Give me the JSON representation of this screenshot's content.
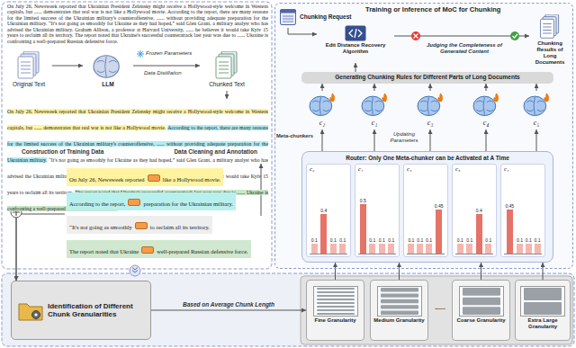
{
  "diagram": {
    "nodes": [
      {
        "text": [
          "On July 26, Newsweek reported that Ukrainian President Zelensky might receive a Hollywood-style welcome in Western capitals, but ...... demonstrates that real war is not like a Hollywood movie. According to the report, there are many reasons for the limited success of the Ukrainian military's counteroffensive, ...... without providing adequate preparation for the Ukrainian military. “It's not going as smoothly for Ukraine as they had hoped,” said Glen Grant, a military analyst who has advised the Ukrainian military. Graham Allison, a professor at Harvard University, ...... he believes it would take Kyiv 15 years to reclaim all its territory. The report noted that Ukraine's successful counterattack last year was due to ...... Ukraine is confronting a well-prepared Russian defensive force."
        ]
      },
      {
        "text": [
          "Original Text"
        ]
      },
      {
        "text": [
          "LLM"
        ]
      },
      {
        "text": [
          "Chunked Text"
        ]
      },
      {
        "text": [
          "On July 26, Newsweek reported that Ukrainian President Zelensky might receive a Hollywood-style welcome in Western capitals, but ...... demonstrates that real war is not like a Hollywood movie.",
          "According to the report, there are many reasons for the limited success of the Ukrainian military's counteroffensive, ...... without providing adequate preparation for the Ukrainian military.",
          "“It's not going as smoothly for Ukraine as they had hoped,” said Glen Grant, a military analyst who has advised the Ukrainian military. Graham Allison, a professor at Harvard University, ...... he believes it would take Kyiv 15 years to reclaim all its territory.",
          "The report noted that Ukraine's successful counterattack last year was due to ...... Ukraine is confronting a well-prepared Russian defensive force."
        ]
      },
      {
        "text": [
          "On July 26, Newsweek reported",
          "like a Hollywood movie.",
          "According to the report,",
          "preparation for the Ukrainian military.",
          "“It's not going as smoothly",
          "to reclaim all its territory.",
          "The report noted that Ukraine",
          "well-prepared Russian defensive force."
        ]
      },
      {
        "text": [
          "Training or Inference of MoC for Chunking"
        ]
      },
      {
        "text": [
          "Chunking Request"
        ],
        "in": 6
      },
      {
        "text": [
          "Edit Distance Recovery Algorithm"
        ],
        "in": 6
      },
      {
        "text": [
          "Chunking Results of Long Documents"
        ],
        "in": 6
      },
      {
        "text": [
          "Generating Chunking Rules for Different Parts of Long Documents"
        ],
        "in": 6
      },
      {
        "text": [
          "c₂"
        ],
        "in": 6
      },
      {
        "text": [
          "c₁"
        ],
        "in": 6
      },
      {
        "text": [
          "c₃"
        ],
        "in": 6
      },
      {
        "text": [
          "c₄"
        ],
        "in": 6
      },
      {
        "text": [
          "c₅"
        ],
        "in": 6
      },
      {
        "text": [
          "Router: Only One Meta-chunker can be Activated at A Time"
        ],
        "in": 6
      },
      {
        "text": [
          "c₂",
          "0.1",
          "0.4",
          "0.1",
          "0.1"
        ],
        "in": 16
      },
      {
        "text": [
          "c₁",
          "0.5",
          "0.1",
          "0.1",
          "0.1"
        ],
        "in": 16
      },
      {
        "text": [
          "c₅",
          "0.1",
          "0.1",
          "0.1",
          "0.45"
        ],
        "in": 16
      },
      {
        "text": [
          "c₃",
          "0.1",
          "0.1",
          "0.4",
          "0.1"
        ],
        "in": 16
      },
      {
        "text": [
          "c₄",
          "0.45",
          "0.1",
          "0.1",
          "0.1"
        ],
        "in": 16
      },
      {
        "text": [
          "Identification of Different Chunk Granularities"
        ]
      },
      {
        "text": [
          "Fine Granularity"
        ]
      },
      {
        "text": [
          "Medium Granularity"
        ]
      },
      {
        "text": [
          "Coarse Granularity"
        ]
      },
      {
        "text": [
          "Extra Large Granularity"
        ]
      }
    ],
    "edges": [
      {
        "from": 1,
        "to": 2,
        "arrow": "to"
      },
      {
        "from": 2,
        "to": 3,
        "arrow": "to"
      },
      {
        "from": 3,
        "to": 4,
        "arrow": "to"
      },
      {
        "from": 4,
        "to": 5,
        "arrow": "to"
      },
      {
        "from": 4,
        "to": 22,
        "arrow": "to"
      },
      {
        "from": 5,
        "to": 22,
        "arrow": "to"
      },
      {
        "from": 7,
        "to": 8,
        "arrow": "to"
      },
      {
        "from": 8,
        "to": 9,
        "arrow": "to"
      },
      {
        "from": 10,
        "to": 8,
        "arrow": "to"
      },
      {
        "from": 16,
        "to": 11,
        "arrow": "to"
      },
      {
        "from": 16,
        "to": 12,
        "arrow": "to"
      },
      {
        "from": 16,
        "to": 13,
        "arrow": "to"
      },
      {
        "from": 16,
        "to": 14,
        "arrow": "to"
      },
      {
        "from": 16,
        "to": 15,
        "arrow": "to"
      },
      {
        "from": 11,
        "to": 10,
        "arrow": "to"
      },
      {
        "from": 12,
        "to": 10,
        "arrow": "to"
      },
      {
        "from": 13,
        "to": 10,
        "arrow": "to"
      },
      {
        "from": 14,
        "to": 10,
        "arrow": "to"
      },
      {
        "from": 15,
        "to": 10,
        "arrow": "to"
      },
      {
        "from": 23,
        "to": 16,
        "arrow": "to"
      },
      {
        "from": 24,
        "to": 16,
        "arrow": "to"
      },
      {
        "from": 25,
        "to": 16,
        "arrow": "to"
      },
      {
        "from": 26,
        "to": 16,
        "arrow": "to"
      },
      {
        "from": 22,
        "to": 23,
        "label": "Based on Average Chunk Length",
        "arrow": "to"
      }
    ],
    "labels": [
      "Frozen Parameters",
      "Data Distillation",
      "Construction of Training Data",
      "Data Cleaning and Annotation",
      "Judging the Completeness of Generated Content",
      "Updating Parameters",
      "Meta-chunkers",
      "......"
    ]
  }
}
